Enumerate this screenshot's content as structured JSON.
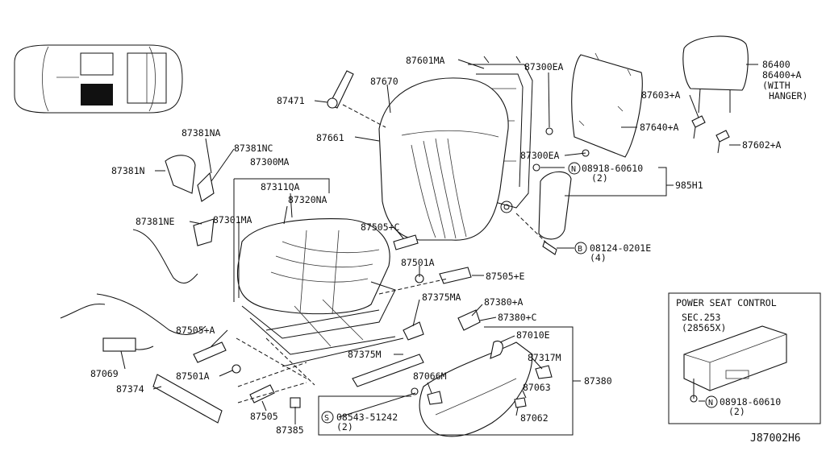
{
  "diagram_id": "J87002H6",
  "labels": {
    "p87601MA": "87601MA",
    "p87300EA_top": "87300EA",
    "p86400": "86400",
    "p86400A": "86400+A",
    "with": "(WITH",
    "hanger": "HANGER)",
    "p87471": "87471",
    "p87670": "87670",
    "p87603A": "87603+A",
    "p87640A": "87640+A",
    "p87602A": "87602+A",
    "p87661": "87661",
    "p87300EA_mid": "87300EA",
    "n08918_top": "08918-60610",
    "n08918_top_qty": "(2)",
    "p985H1": "985H1",
    "p87381NA": "87381NA",
    "p87381NC": "87381NC",
    "p87381N": "87381N",
    "p87300MA": "87300MA",
    "p87311QA": "87311QA",
    "p87320NA": "87320NA",
    "p87381NE": "87381NE",
    "p87301MA": "87301MA",
    "p87505C": "87505+C",
    "b08124": "08124-0201E",
    "b08124_qty": "(4)",
    "p87501A_top": "87501A",
    "p87505E": "87505+E",
    "p87375MA": "87375MA",
    "p87380A": "87380+A",
    "p87380C": "87380+C",
    "p87505A": "87505+A",
    "p87010E": "87010E",
    "p87375M": "87375M",
    "p87317M": "87317M",
    "p87069": "87069",
    "p87501A_bot": "87501A",
    "p87066M": "87066M",
    "p87380": "87380",
    "p87374": "87374",
    "p87063": "87063",
    "p87505": "87505",
    "s08543": "08543-51242",
    "s08543_qty": "(2)",
    "p87062": "87062",
    "p87385": "87385",
    "psc_title": "POWER SEAT CONTROL",
    "psc_sec": "SEC.253",
    "psc_ref": "(28565X)",
    "n08918_box": "08918-60610",
    "n08918_box_qty": "(2)",
    "sym_N": "N",
    "sym_B": "B",
    "sym_S": "S"
  }
}
